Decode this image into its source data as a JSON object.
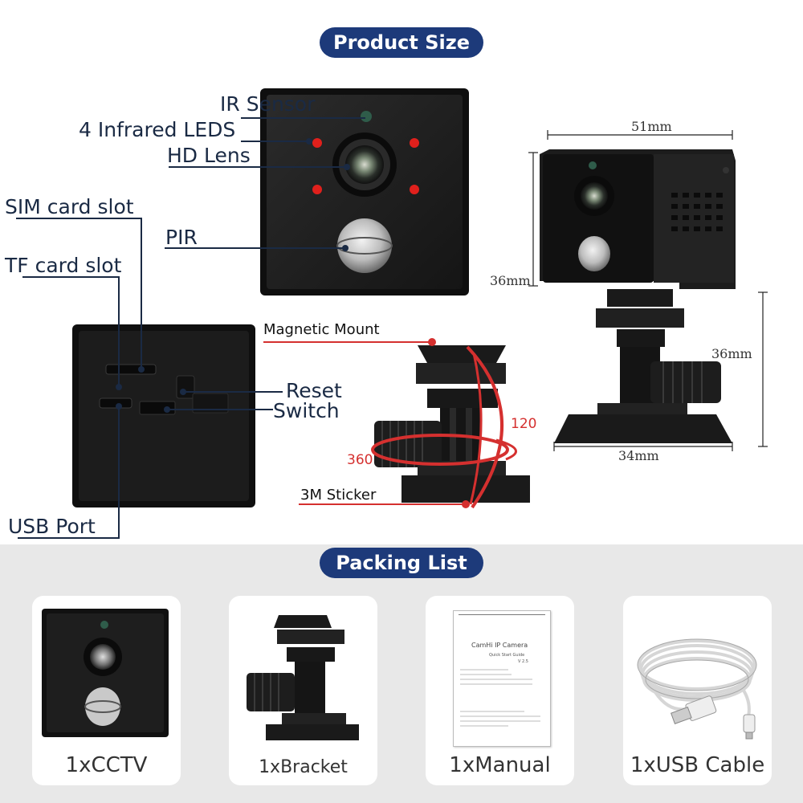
{
  "headers": {
    "product_size": "Product Size",
    "packing_list": "Packing List"
  },
  "front_labels": {
    "ir_sensor": "IR Sensor",
    "infrared_leds": "4 Infrared LEDS",
    "hd_lens": "HD Lens",
    "pir": "PIR"
  },
  "back_labels": {
    "sim_slot": "SIM card slot",
    "tf_slot": "TF card slot",
    "reset": "Reset",
    "switch": "Switch",
    "usb_port": "USB Port"
  },
  "mount_labels": {
    "magnetic_mount": "Magnetic Mount",
    "sticker": "3M Sticker",
    "rotation_360": "360",
    "rotation_120": "120"
  },
  "dimensions": {
    "width": "51mm",
    "height": "36mm",
    "mount_height": "36mm",
    "depth": "34mm"
  },
  "packing_items": [
    {
      "label": "1xCCTV"
    },
    {
      "label": "1xBracket"
    },
    {
      "label": "1xManual"
    },
    {
      "label": "1xUSB Cable"
    }
  ],
  "manual": {
    "title": "CamHi IP Camera",
    "subtitle": "Quick Start Guide",
    "version": "V 2.5"
  },
  "colors": {
    "header_pill": "#1d3a7a",
    "accent_red": "#d5302f",
    "camera_body": "#1e1e1e",
    "led_red": "#e0201c",
    "packing_background": "#e8e8e8"
  }
}
